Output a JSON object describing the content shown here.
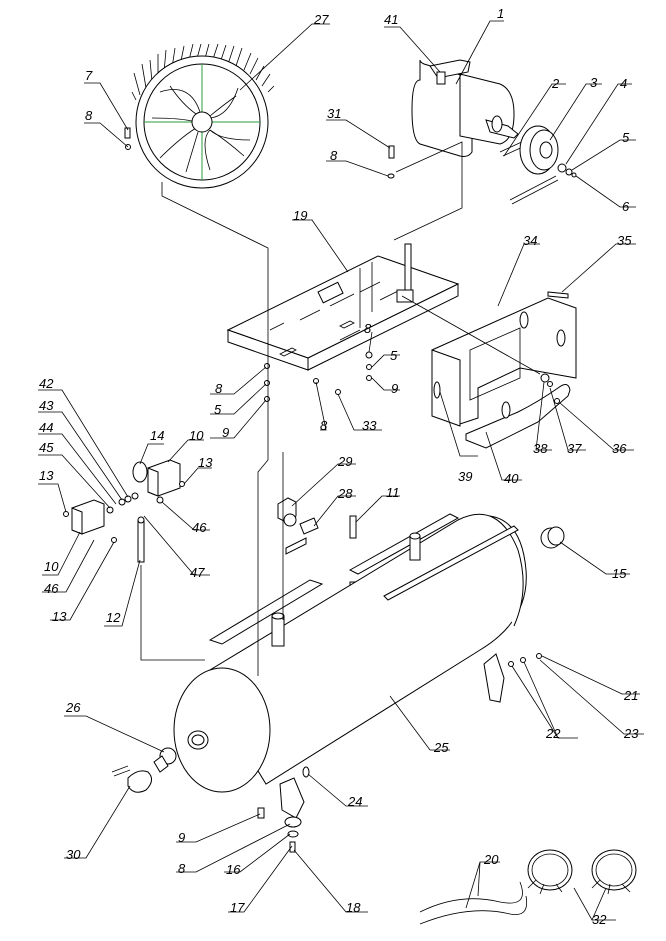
{
  "diagram": {
    "labels": [
      "1",
      "2",
      "3",
      "4",
      "5",
      "6",
      "7",
      "8",
      "9",
      "10",
      "11",
      "12",
      "13",
      "14",
      "15",
      "16",
      "17",
      "18",
      "19",
      "20",
      "21",
      "22",
      "23",
      "24",
      "25",
      "26",
      "27",
      "28",
      "29",
      "30",
      "31",
      "32",
      "33",
      "34",
      "35",
      "36",
      "37",
      "38",
      "39",
      "40",
      "41",
      "42",
      "43",
      "44",
      "45",
      "46",
      "47"
    ],
    "label_texts": {
      "p1": "1",
      "p2": "2",
      "p3": "3",
      "p4": "4",
      "p5a": "5",
      "p6": "6",
      "p7": "7",
      "p8a": "8",
      "p27": "27",
      "p41": "41",
      "p31": "31",
      "p8b": "8",
      "p19": "19",
      "p34": "34",
      "p35": "35",
      "p8c": "8",
      "p5b": "5",
      "p9a": "9",
      "p42": "42",
      "p43": "43",
      "p44": "44",
      "p45": "45",
      "p13a": "13",
      "p8d": "8",
      "p5c": "5",
      "p9b": "9",
      "p8e": "8",
      "p33": "33",
      "p14": "14",
      "p10a": "10",
      "p13b": "13",
      "p46a": "46",
      "p10b": "10",
      "p46b": "46",
      "p13c": "13",
      "p47": "47",
      "p12": "12",
      "p29": "29",
      "p28": "28",
      "p11": "11",
      "p15": "15",
      "p39": "39",
      "p40": "40",
      "p38": "38",
      "p37": "37",
      "p36": "36",
      "p21": "21",
      "p22": "22",
      "p23": "23",
      "p25": "25",
      "p26": "26",
      "p24": "24",
      "p30": "30",
      "p9c": "9",
      "p8f": "8",
      "p16": "16",
      "p17": "17",
      "p18": "18",
      "p20": "20",
      "p32": "32"
    }
  }
}
